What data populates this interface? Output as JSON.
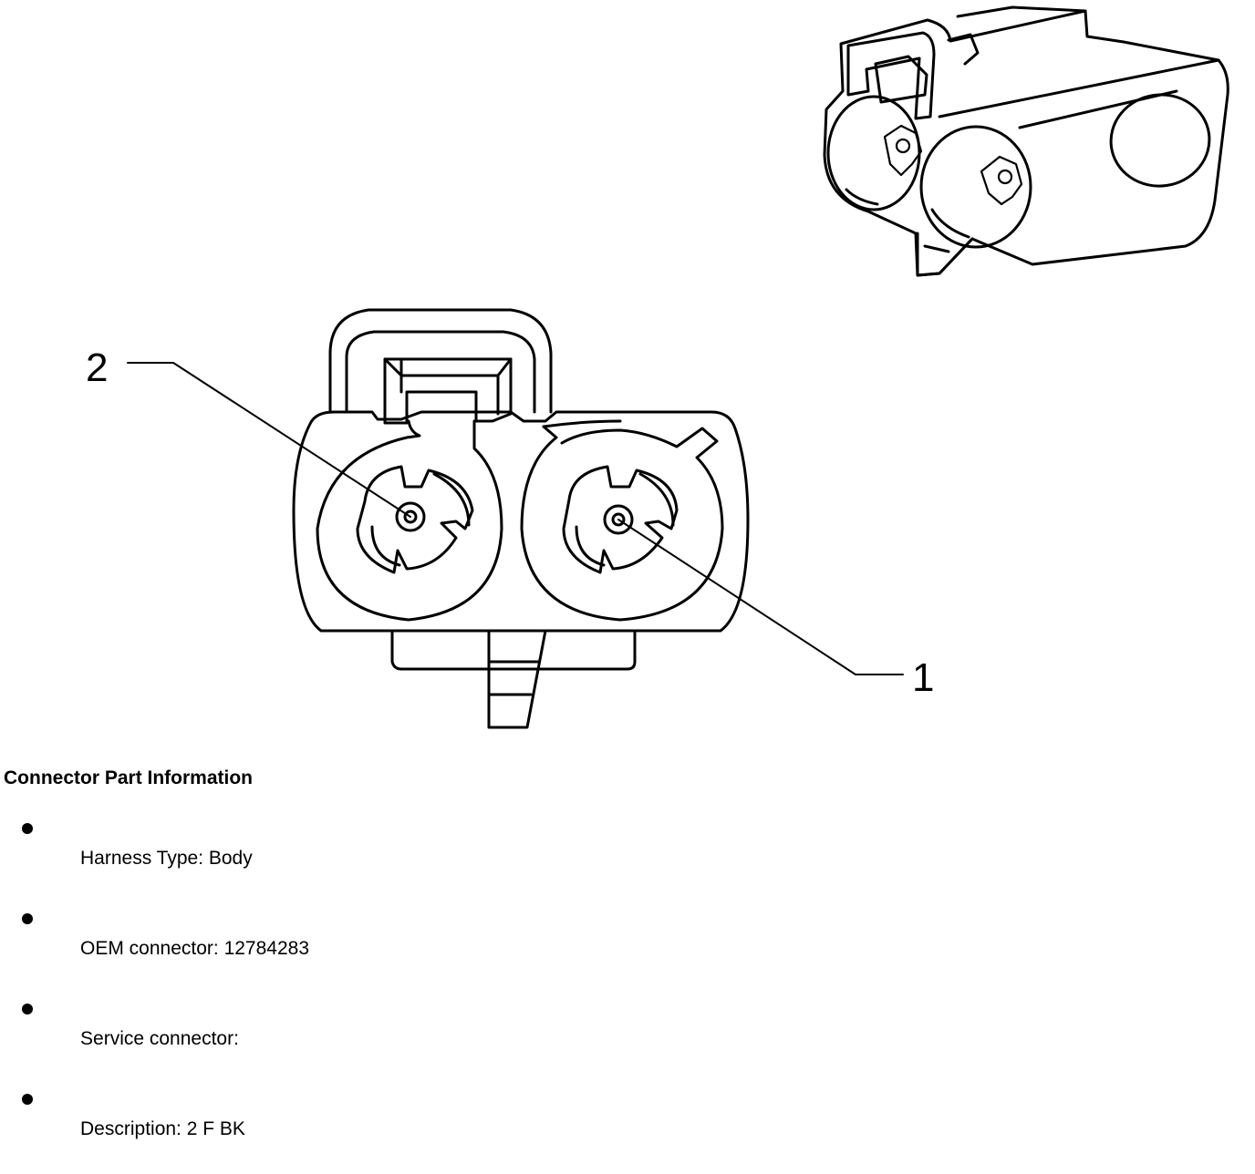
{
  "diagram": {
    "callouts": [
      {
        "id": "pin-2",
        "label": "2"
      },
      {
        "id": "pin-1",
        "label": "1"
      }
    ]
  },
  "connector_info": {
    "title": "Connector Part Information",
    "items": [
      "Harness Type: Body",
      "OEM connector: 12784283",
      "Service connector: ",
      "Description: 2 F BK"
    ]
  },
  "colors": {
    "line": "#000000",
    "background": "#ffffff"
  }
}
